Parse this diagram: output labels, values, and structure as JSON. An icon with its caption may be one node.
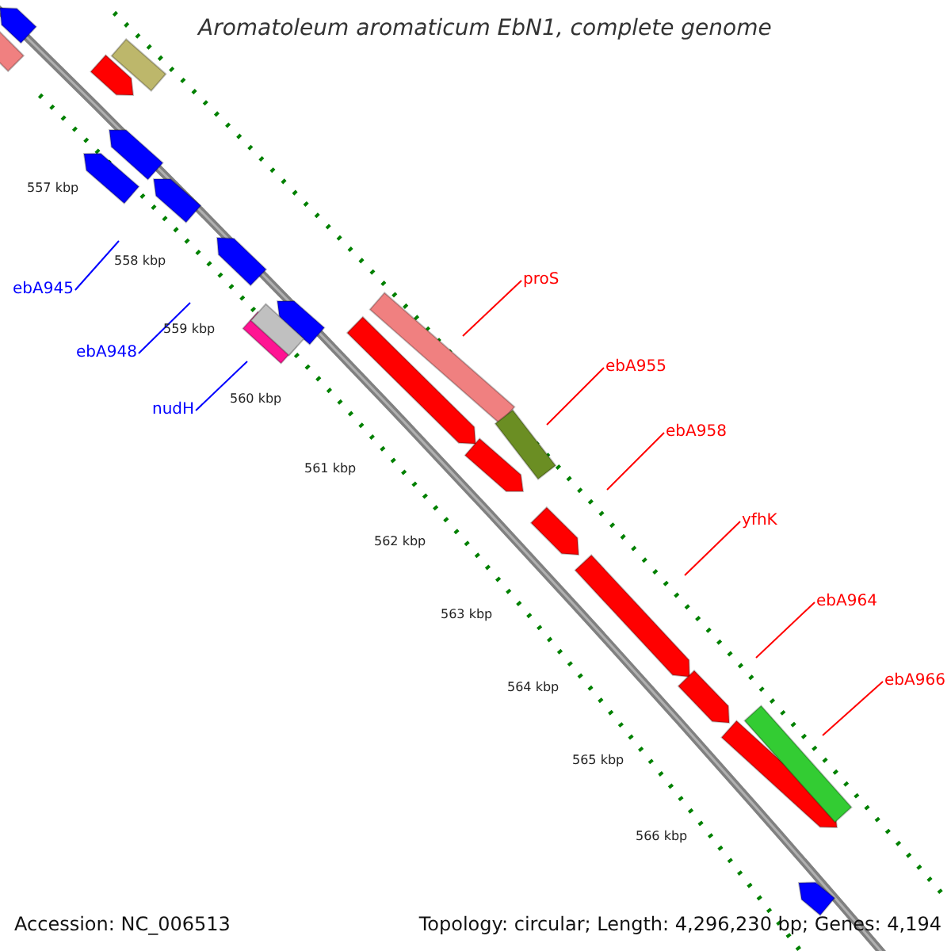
{
  "diagram": {
    "title": "Aromatoleum aromaticum EbN1, complete genome",
    "nodes": [
      {
        "text": [
          "ebA945"
        ]
      },
      {
        "text": [
          "ebA948"
        ]
      },
      {
        "text": [
          "nudH"
        ]
      },
      {
        "text": [
          "proS"
        ]
      },
      {
        "text": [
          "ebA955"
        ]
      },
      {
        "text": [
          "ebA958"
        ]
      },
      {
        "text": [
          "yfhK"
        ]
      },
      {
        "text": [
          "ebA964"
        ]
      },
      {
        "text": [
          "ebA966"
        ]
      }
    ],
    "edges": [
      {
        "from": 0,
        "to": null,
        "arrow": "none",
        "color": "#0000ff"
      },
      {
        "from": 1,
        "to": null,
        "arrow": "none",
        "color": "#0000ff"
      },
      {
        "from": 2,
        "to": null,
        "arrow": "none",
        "color": "#0000ff"
      },
      {
        "from": 3,
        "to": null,
        "arrow": "none"
      },
      {
        "from": 4,
        "to": null,
        "arrow": "none"
      },
      {
        "from": 5,
        "to": null,
        "arrow": "none"
      },
      {
        "from": 6,
        "to": null,
        "arrow": "none"
      },
      {
        "from": 7,
        "to": null,
        "arrow": "none"
      },
      {
        "from": 8,
        "to": null,
        "arrow": "none"
      }
    ],
    "labels": [
      "557 kbp",
      "558 kbp",
      "559 kbp",
      "560 kbp",
      "561 kbp",
      "562 kbp",
      "563 kbp",
      "564 kbp",
      "565 kbp",
      "566 kbp",
      "Accession: NC_006513",
      "Topology: circular; Length: 4,296,230 bp; Genes: 4,194"
    ]
  }
}
